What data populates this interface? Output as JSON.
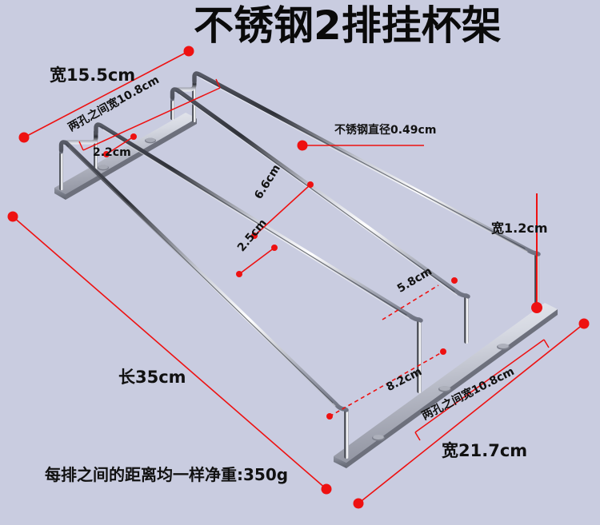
{
  "page": {
    "background_color": "#c9cce0",
    "accent_color": "#ee1111",
    "text_color": "#111111"
  },
  "header": {
    "title": "不锈钢2排挂杯架"
  },
  "product": {
    "material_name": "stainless-steel-wire-rack",
    "rows": 2
  },
  "annotations": [
    {
      "id": "width-155",
      "name": "overall-width",
      "text": "宽15.5cm"
    },
    {
      "id": "hole-gap-top",
      "name": "hole-to-hole-width-top",
      "text": "两孔之间宽10.8cm"
    },
    {
      "id": "rail-gap-22",
      "name": "rail-spacing",
      "text": "2.2cm"
    },
    {
      "id": "wire-diameter",
      "name": "wire-diameter",
      "text": "不锈钢直径0.49cm"
    },
    {
      "id": "height-66",
      "name": "rail-height",
      "text": "6.6cm"
    },
    {
      "id": "gap-25",
      "name": "inner-rail-gap",
      "text": "2.5cm"
    },
    {
      "id": "width-12",
      "name": "bracket-width",
      "text": "宽1.2cm"
    },
    {
      "id": "depth-58",
      "name": "rail-drop",
      "text": "5.8cm"
    },
    {
      "id": "length-35",
      "name": "overall-length",
      "text": "长35cm"
    },
    {
      "id": "span-82",
      "name": "rail-span",
      "text": "8.2cm"
    },
    {
      "id": "hole-gap-bottom",
      "name": "hole-to-hole-width-bottom",
      "text": "两孔之间宽10.8cm"
    },
    {
      "id": "width-217",
      "name": "overall-depth",
      "text": "宽21.7cm"
    },
    {
      "id": "note",
      "name": "spacing-and-weight-note",
      "text": "每排之间的距离均一样净重:350g"
    }
  ]
}
